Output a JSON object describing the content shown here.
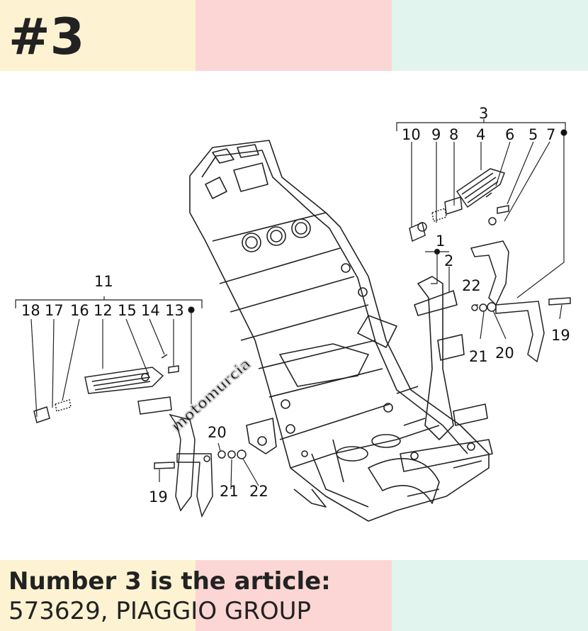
{
  "header": {
    "part_number": "#3",
    "band_colors": [
      "#fdf3d3",
      "#fbd6d4",
      "#e1f4ed"
    ]
  },
  "diagram": {
    "watermark": "motomurcia",
    "callouts": {
      "c1": "1",
      "c2": "2",
      "c3": "3",
      "c4": "4",
      "c5": "5",
      "c6": "6",
      "c7": "7",
      "c8": "8",
      "c9": "9",
      "c10": "10",
      "c11": "11",
      "c12": "12",
      "c13": "13",
      "c14": "14",
      "c15": "15",
      "c16": "16",
      "c17": "17",
      "c18": "18",
      "c19a": "19",
      "c19b": "19",
      "c20a": "20",
      "c20b": "20",
      "c21a": "21",
      "c21b": "21",
      "c22a": "22",
      "c22b": "22"
    }
  },
  "caption": {
    "title": "Number 3 is the article:",
    "subtitle": "573629, PIAGGIO GROUP"
  }
}
